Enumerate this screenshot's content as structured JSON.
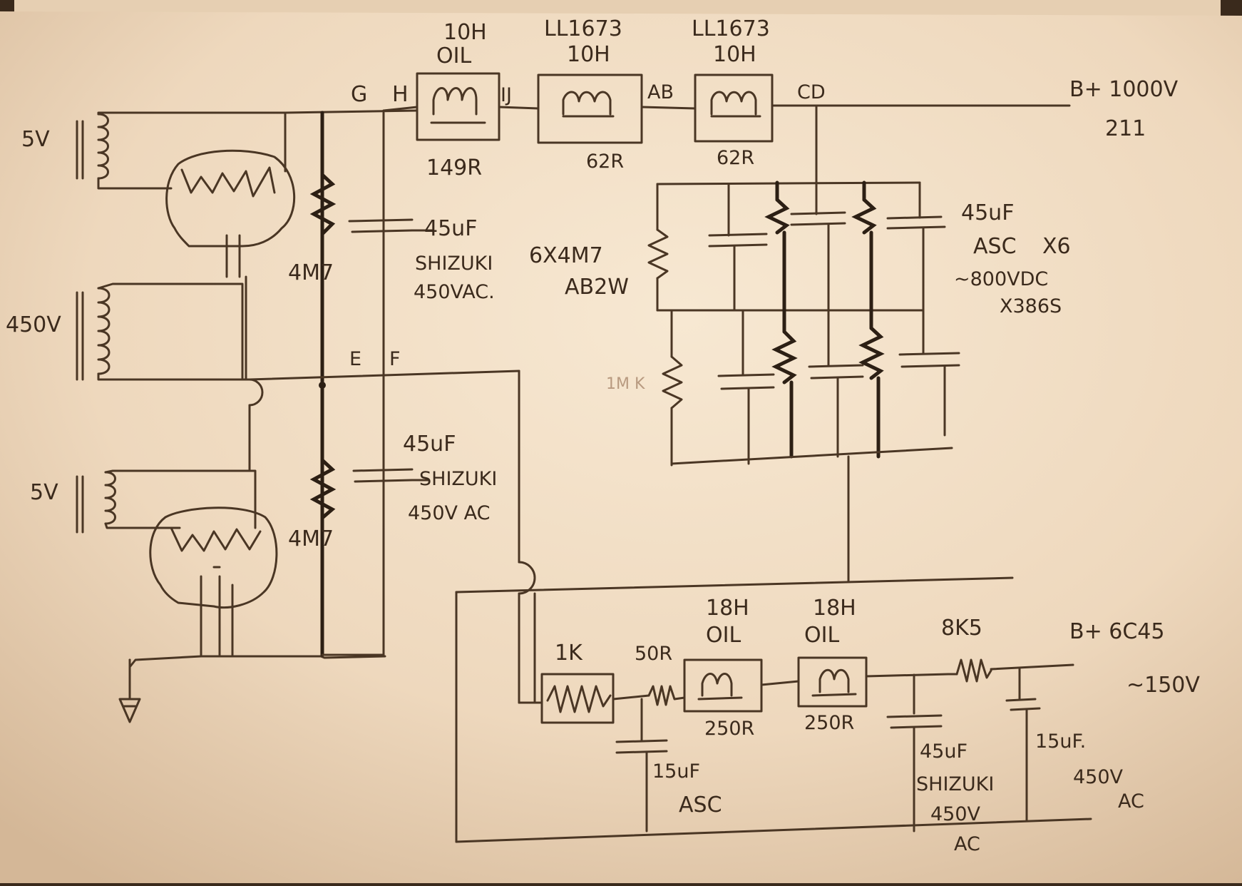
{
  "labels": {
    "top_choke1_value": "10H",
    "top_choke1_type": "OIL",
    "top_choke1_dcr": "149R",
    "top_choke2_part": "LL1673",
    "top_choke2_value": "10H",
    "top_choke2_dcr": "62R",
    "top_choke3_part": "LL1673",
    "top_choke3_value": "10H",
    "top_choke3_dcr": "62R",
    "node_g": "G",
    "node_h": "H",
    "node_ij": "IJ",
    "node_ab": "AB",
    "node_cd": "CD",
    "node_e": "E",
    "node_f": "F",
    "bplus_main": "B+ 1000V",
    "bplus_tube": "211",
    "tx_5v_top": "5V",
    "tx_450v": "450V",
    "tx_5v_bottom": "5V",
    "bleeder_top": "4M7",
    "bleeder_bottom": "4M7",
    "cap_top_value": "45uF",
    "cap_top_brand": "SHIZUKI",
    "cap_top_rating": "450VAC.",
    "cap_mid_value": "45uF",
    "cap_mid_brand": "SHIZUKI",
    "cap_mid_rating": "450V AC",
    "bank_res_count": "6X4M7",
    "bank_res_type": "AB2W",
    "bank_cap_value": "45uF",
    "bank_cap_brand": "ASC",
    "bank_cap_count": "X6",
    "bank_cap_rating": "~800VDC",
    "bank_cap_part": "X386S",
    "low_res1": "1K",
    "low_res2": "50R",
    "low_choke1_value": "18H",
    "low_choke1_type": "OIL",
    "low_choke1_dcr": "250R",
    "low_choke2_value": "18H",
    "low_choke2_type": "OIL",
    "low_choke2_dcr": "250R",
    "low_res3": "8K5",
    "bplus_low": "B+ 6C45",
    "bplus_low_voltage": "~150V",
    "low_cap1_value": "15uF",
    "low_cap1_brand": "ASC",
    "low_cap2_value": "45uF",
    "low_cap2_brand": "SHIZUKI",
    "low_cap2_rating": "450V",
    "low_cap2_ac": "AC",
    "low_cap3_value": "15uF.",
    "low_cap3_rating": "450V",
    "low_cap3_ac": "AC",
    "faint_note": "1M K"
  },
  "colors": {
    "paper": "#f4e2ca",
    "ink": "#4a3624",
    "ink_dark": "#2c1f14",
    "background": "#3a2a1c"
  }
}
